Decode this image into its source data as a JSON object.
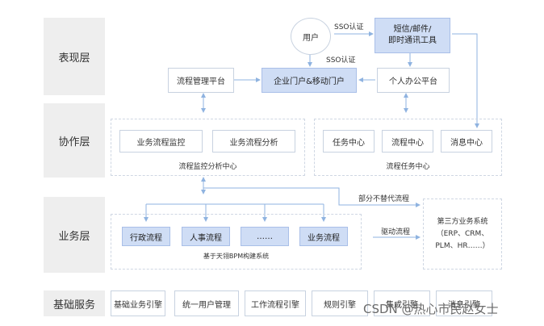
{
  "layers": {
    "presentation": "表现层",
    "collaboration": "协作层",
    "business": "业务层",
    "foundation": "基础服务"
  },
  "presentation": {
    "user": "用户",
    "sso_top": "SSO认证",
    "sso_mid": "SSO认证",
    "messaging_tools": "短信/邮件/\n即时通讯工具",
    "process_platform": "流程管理平台",
    "portal": "企业门户&移动门户",
    "personal_office": "个人办公平台"
  },
  "collaboration": {
    "monitor_center": {
      "items": [
        "业务流程监控",
        "业务流程分析"
      ],
      "caption": "流程监控分析中心"
    },
    "task_center": {
      "items": [
        "任务中心",
        "流程中心",
        "消息中心"
      ],
      "caption": "流程任务中心"
    }
  },
  "business": {
    "partial_label": "部分不替代流程",
    "drive_label": "驱动流程",
    "processes": [
      "行政流程",
      "人事流程",
      "……",
      "业务流程"
    ],
    "bpm_caption": "基于天翎BPM构建系统",
    "third_party": "第三方业务系统\n（ERP、CRM、\nPLM、HR……）"
  },
  "foundation": {
    "items": [
      "基础业务引擎",
      "统一用户管理",
      "工作流程引擎",
      "规则引擎",
      "集成引擎",
      "消息引擎"
    ]
  },
  "watermark": "CSDN @热心市民赵女士",
  "colors": {
    "accent": "#cfddf5",
    "layer_bg": "#eeeeee",
    "arrow": "#8fb3e0"
  }
}
